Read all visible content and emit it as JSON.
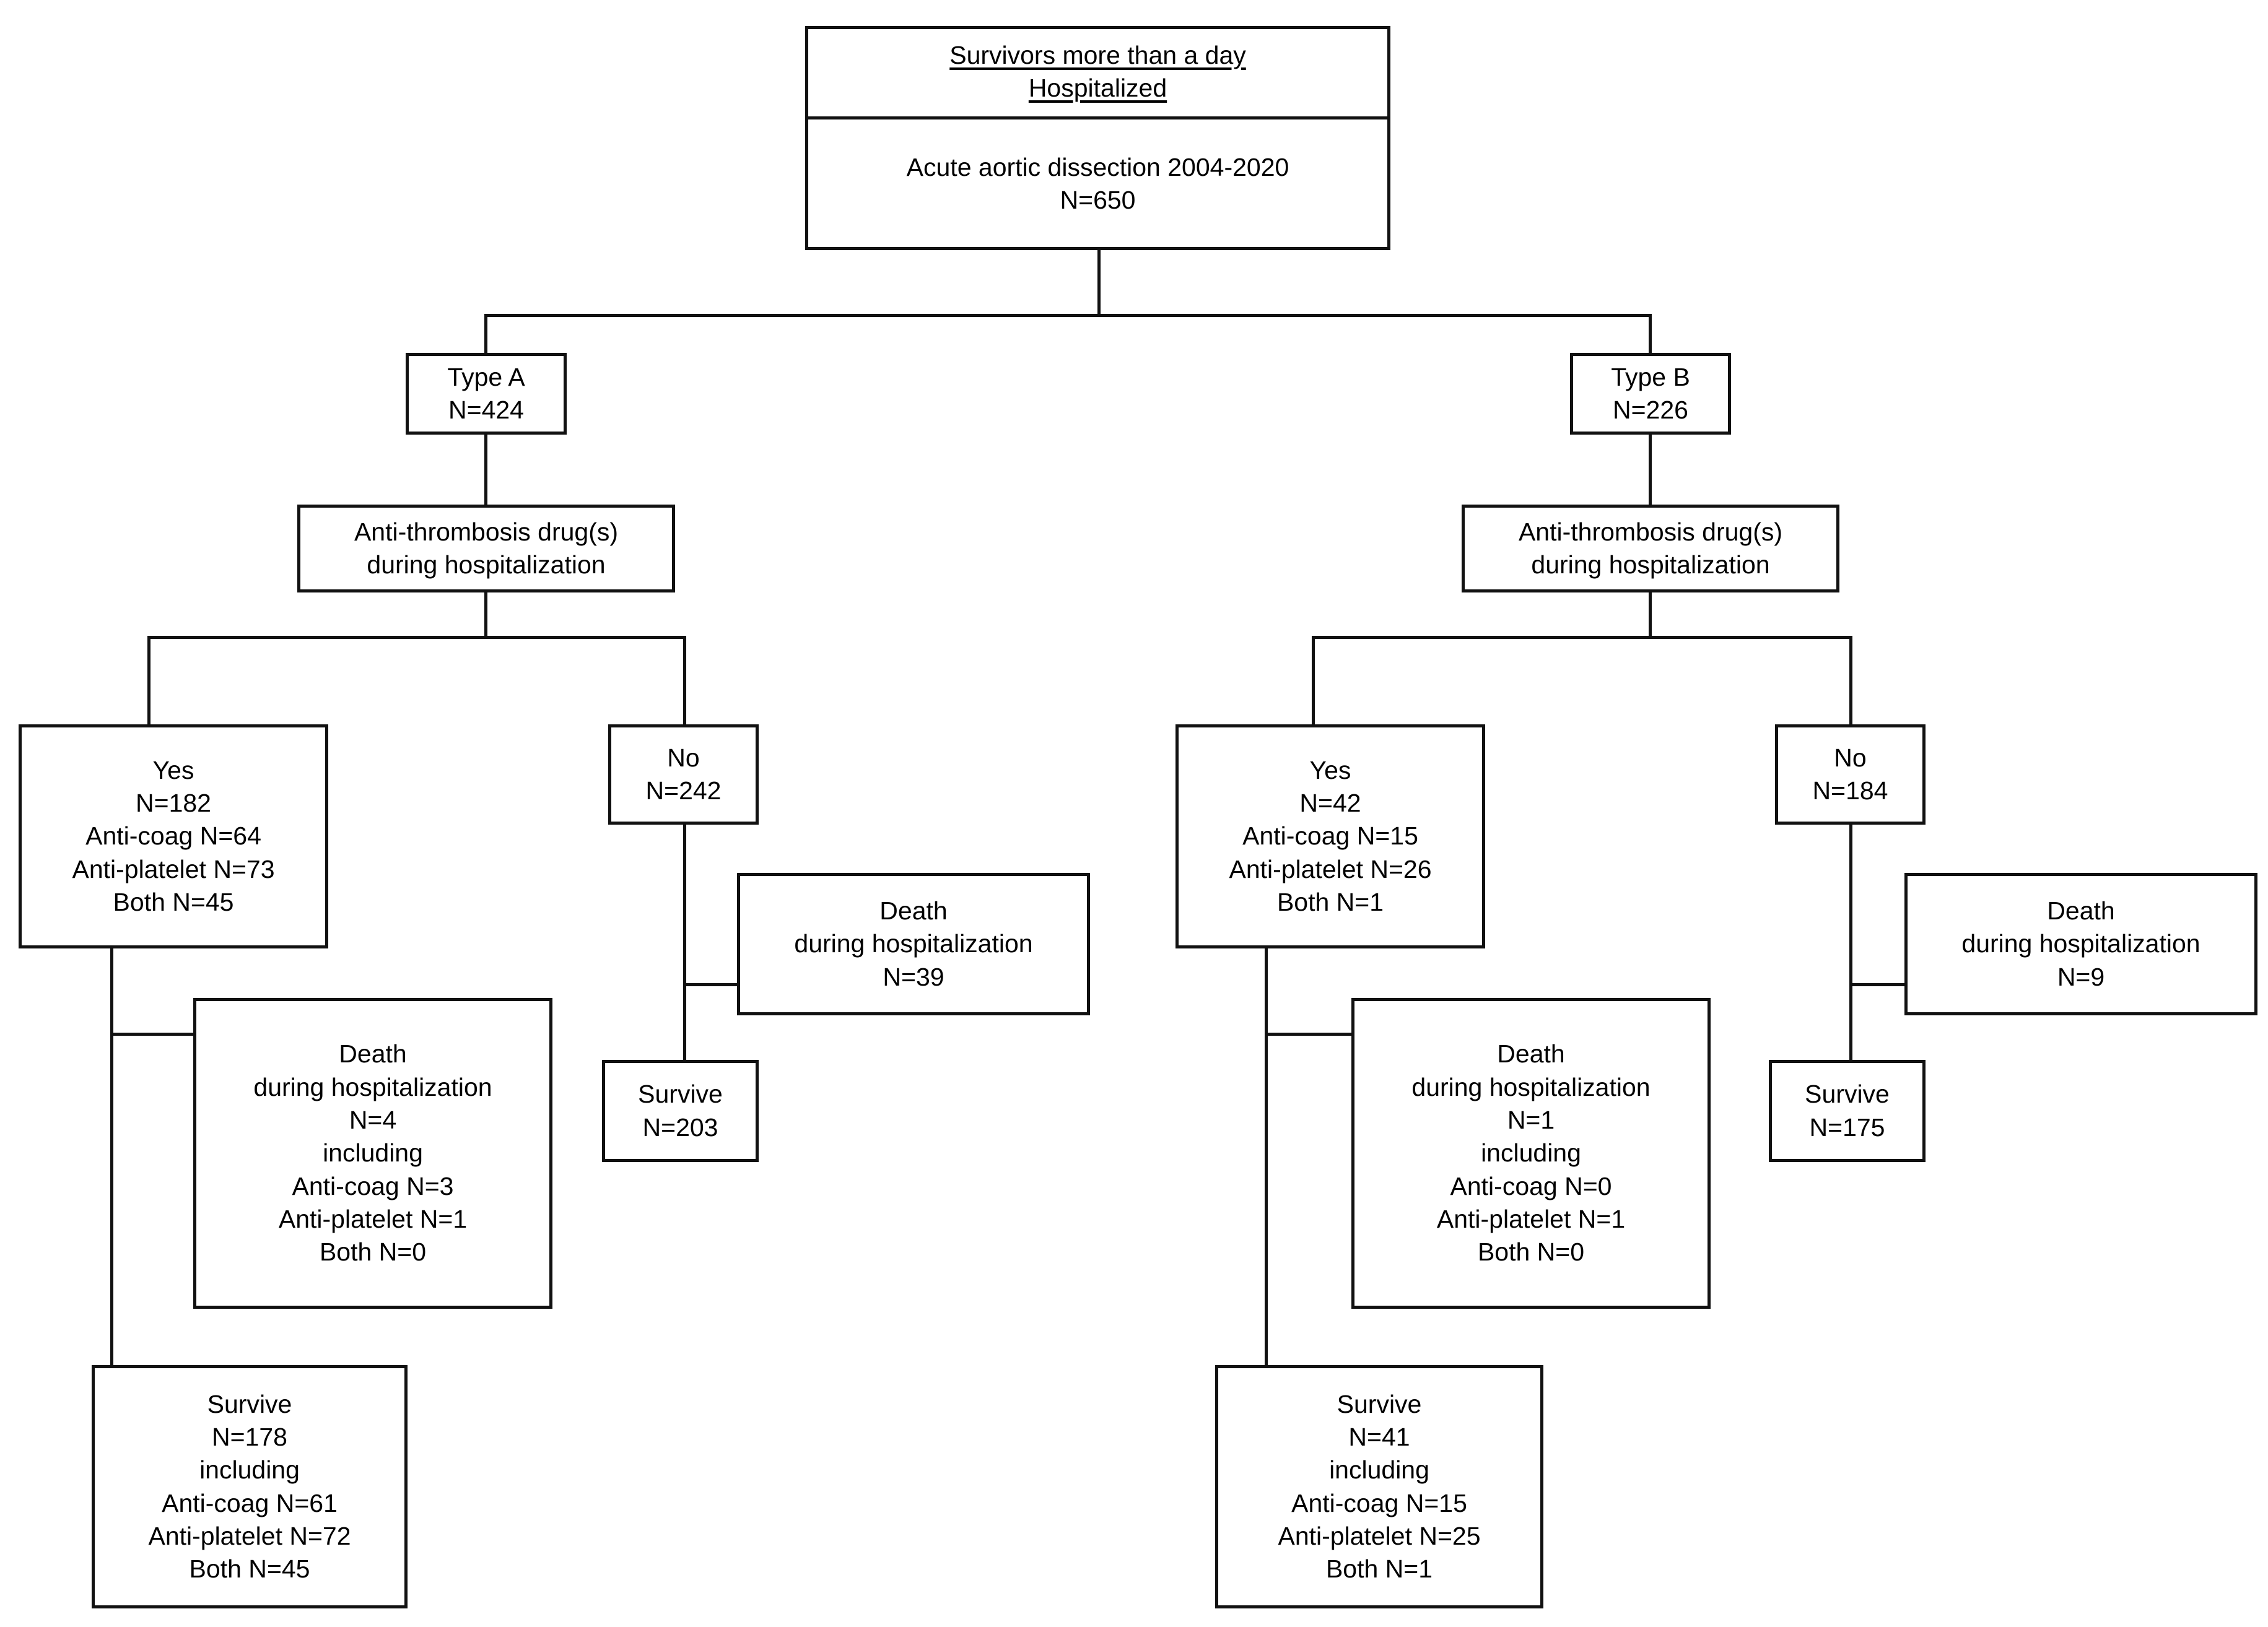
{
  "figure": {
    "type": "flowchart",
    "orientation": "top-down",
    "line_color": "#111111",
    "box_fill": "#ffffff",
    "text_color": "#000000"
  },
  "root": {
    "header_line1": "Survivors more than a day",
    "header_line2": "Hospitalized",
    "body_line1": "Acute aortic dissection 2004-2020",
    "body_line2": "N=650"
  },
  "typeA": {
    "label": "Type A",
    "n": "N=424",
    "question_line1": "Anti-thrombosis drug(s)",
    "question_line2": "during hospitalization",
    "yes": {
      "label": "Yes",
      "n": "N=182",
      "anticoag": "Anti-coag N=64",
      "antiplatelet": "Anti-platelet N=73",
      "both": "Both N=45",
      "death": {
        "label": "Death",
        "during": "during hospitalization",
        "n": "N=4",
        "including": "including",
        "anticoag": "Anti-coag N=3",
        "antiplatelet": "Anti-platelet N=1",
        "both": "Both N=0"
      },
      "survive": {
        "label": "Survive",
        "n": "N=178",
        "including": "including",
        "anticoag": "Anti-coag N=61",
        "antiplatelet": "Anti-platelet N=72",
        "both": "Both N=45"
      }
    },
    "no": {
      "label": "No",
      "n": "N=242",
      "death": {
        "label": "Death",
        "during": "during hospitalization",
        "n": "N=39"
      },
      "survive": {
        "label": "Survive",
        "n": "N=203"
      }
    }
  },
  "typeB": {
    "label": "Type B",
    "n": "N=226",
    "question_line1": "Anti-thrombosis drug(s)",
    "question_line2": "during hospitalization",
    "yes": {
      "label": "Yes",
      "n": "N=42",
      "anticoag": "Anti-coag N=15",
      "antiplatelet": "Anti-platelet N=26",
      "both": "Both N=1",
      "death": {
        "label": "Death",
        "during": "during hospitalization",
        "n": "N=1",
        "including": "including",
        "anticoag": "Anti-coag N=0",
        "antiplatelet": "Anti-platelet N=1",
        "both": "Both N=0"
      },
      "survive": {
        "label": "Survive",
        "n": "N=41",
        "including": "including",
        "anticoag": "Anti-coag N=15",
        "antiplatelet": "Anti-platelet N=25",
        "both": "Both N=1"
      }
    },
    "no": {
      "label": "No",
      "n": "N=184",
      "death": {
        "label": "Death",
        "during": "during hospitalization",
        "n": "N=9"
      },
      "survive": {
        "label": "Survive",
        "n": "N=175"
      }
    }
  }
}
